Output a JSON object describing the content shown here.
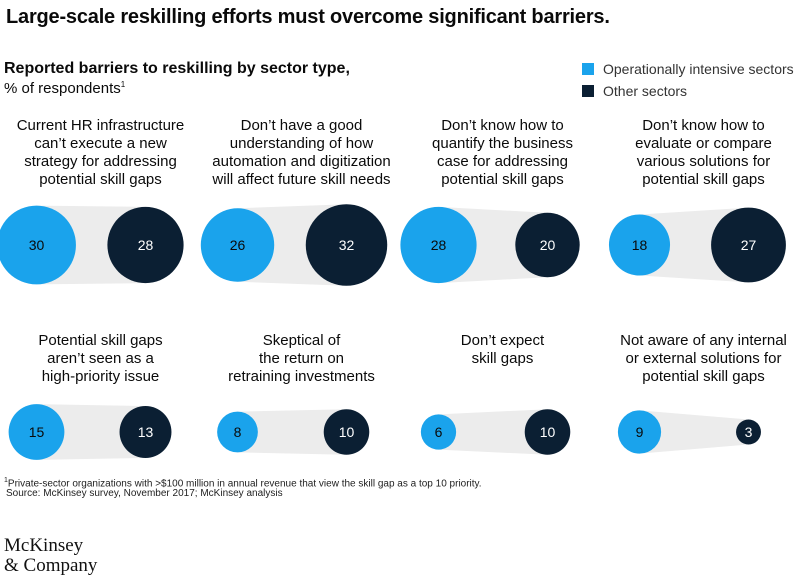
{
  "header": {
    "headline": "Large-scale reskilling efforts must overcome significant barriers.",
    "subtitle": "Reported barriers to reskilling by sector type,",
    "unit": "% of respondents",
    "unit_marker": "1"
  },
  "legend": [
    {
      "label": "Operationally intensive sectors",
      "color": "#1aa3ec"
    },
    {
      "label": "Other sectors",
      "color": "#0b1f33"
    }
  ],
  "chart_data": {
    "type": "bubble-pairs",
    "series": [
      {
        "name": "Operationally intensive sectors",
        "color": "#1aa3ec"
      },
      {
        "name": "Other sectors",
        "color": "#0b1f33"
      }
    ],
    "panels": [
      {
        "title_lines": [
          "Current HR infrastructure",
          "can’t execute a new",
          "strategy for addressing",
          "potential skill gaps"
        ],
        "values": [
          30,
          28
        ]
      },
      {
        "title_lines": [
          "Don’t have a good",
          "understanding of how",
          "automation and digitization",
          "will affect future skill needs"
        ],
        "values": [
          26,
          32
        ]
      },
      {
        "title_lines": [
          "Don’t know how to",
          "quantify the business",
          "case for addressing",
          "potential skill gaps"
        ],
        "values": [
          28,
          20
        ]
      },
      {
        "title_lines": [
          "Don’t know how to",
          "evaluate or compare",
          "various solutions for",
          "potential skill gaps"
        ],
        "values": [
          18,
          27
        ]
      },
      {
        "title_lines": [
          "Potential skill gaps",
          "aren’t seen as a",
          "high-priority issue"
        ],
        "values": [
          15,
          13
        ]
      },
      {
        "title_lines": [
          "Skeptical of",
          "the return on",
          "retraining investments"
        ],
        "values": [
          8,
          10
        ]
      },
      {
        "title_lines": [
          "Don’t expect",
          "skill gaps"
        ],
        "values": [
          6,
          10
        ]
      },
      {
        "title_lines": [
          "Not aware of any internal",
          "or external solutions for",
          "potential skill gaps"
        ],
        "values": [
          9,
          3
        ]
      }
    ]
  },
  "footer": {
    "footnote_marker": "1",
    "footnote": "Private-sector organizations with >$100 million in annual revenue that view the skill gap as a top 10 priority.",
    "source": "Source: McKinsey survey, November 2017; McKinsey analysis",
    "logo_line1": "McKinsey",
    "logo_line2": "& Company"
  }
}
